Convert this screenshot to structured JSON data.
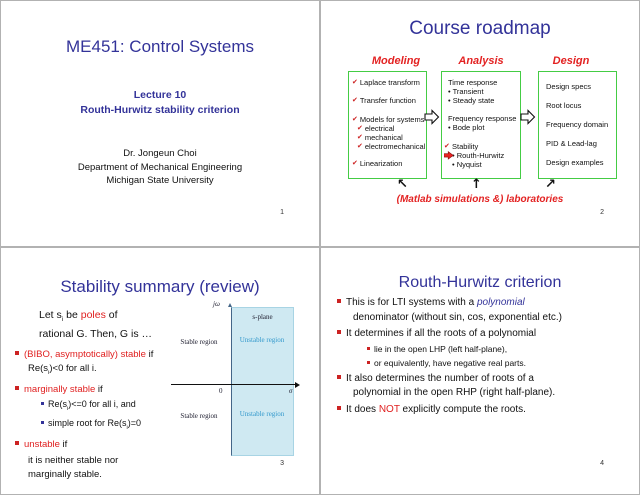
{
  "colors": {
    "title_blue": "#333399",
    "text_red": "#e02020",
    "green_border": "#44cc44",
    "shade_blue": "#cfe9f2",
    "unstable_blue": "#3399cc"
  },
  "icons": {
    "check": "✔",
    "arrow_up": "↑",
    "arrow_up_left": "↖",
    "arrow_up_right": "↗"
  },
  "slide1": {
    "title": "ME451: Control Systems",
    "lecture_no": "Lecture 10",
    "lecture_title": "Routh-Hurwitz stability criterion",
    "author": "Dr. Jongeun Choi",
    "department": "Department of Mechanical Engineering",
    "university": "Michigan State University",
    "page": "1"
  },
  "slide2": {
    "title": "Course roadmap",
    "headers": [
      "Modeling",
      "Analysis",
      "Design"
    ],
    "modeling": [
      "Laplace transform",
      "Transfer function",
      "Models for systems",
      "electrical",
      "mechanical",
      "electromechanical",
      "Linearization"
    ],
    "analysis": [
      "Time response",
      "• Transient",
      "• Steady state",
      "Frequency response",
      "• Bode plot",
      "Stability",
      "• Routh-Hurwitz",
      "• Nyquist"
    ],
    "design": [
      "Design specs",
      "Root locus",
      "Frequency domain",
      "PID & Lead-lag",
      "Design examples"
    ],
    "footnote": "(Matlab simulations &) laboratories",
    "page": "2"
  },
  "slide3": {
    "title": "Stability summary (review)",
    "intro_1a": "Let s",
    "intro_1sub": "i",
    "intro_1b": " be ",
    "intro_1hl": "poles",
    "intro_1c": " of",
    "intro_2": "rational G. Then, G is …",
    "b1_hl": "(BIBO, asymptotically) stable",
    "b1_tail": " if",
    "b1_2a": "Re(s",
    "b1_2sub": "i",
    "b1_2b": ")<0 for all i.",
    "b2_hl": "marginally stable",
    "b2_tail": " if",
    "b2_s1a": "Re(s",
    "b2_s1sub": "i",
    "b2_s1b": ")<=0 for all i, and",
    "b2_s2a": "simple root for Re(s",
    "b2_s2sub": "i",
    "b2_s2b": ")=0",
    "b3_hl": "unstable",
    "b3_tail": " if",
    "b3_2": "it is neither stable nor",
    "b3_3": "marginally stable.",
    "diagram": {
      "jw_label": "jω",
      "sigma_label": "σ",
      "origin_label": "0",
      "plane_label": "s-plane",
      "stable_top": "Stable region",
      "unstable_top": "Unstable region",
      "stable_bottom": "Stable region",
      "unstable_bottom": "Unstable region"
    },
    "page": "3"
  },
  "slide4": {
    "title": "Routh-Hurwitz criterion",
    "b1_a": "This is for LTI systems with a ",
    "b1_em": "polynomial",
    "b1_2": "denominator (without sin, cos, exponential etc.)",
    "b2": "It determines if all the roots of a polynomial",
    "b2_s1": "lie in the open LHP (left half-plane),",
    "b2_s2": "or equivalently, have negative real parts.",
    "b3_1": "It also determines the number of roots of a",
    "b3_2": "polynomial in the open RHP (right half-plane).",
    "b4_a": "It does ",
    "b4_hl": "NOT",
    "b4_b": " explicitly compute the roots.",
    "page": "4"
  }
}
